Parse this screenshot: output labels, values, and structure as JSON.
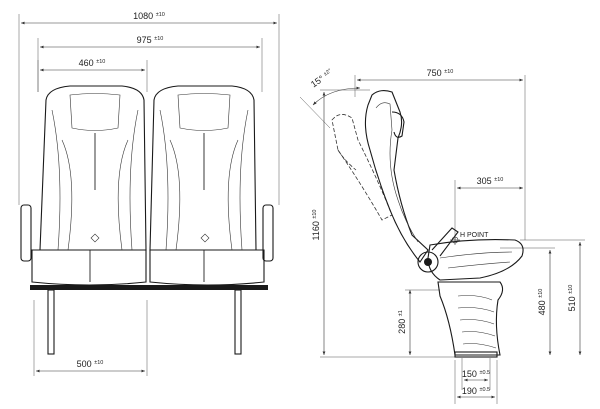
{
  "front_view": {
    "overall_width": {
      "value": "1080",
      "tol": "±10"
    },
    "between_armrests": {
      "value": "975",
      "tol": "±10"
    },
    "single_seat_width": {
      "value": "460",
      "tol": "±10"
    },
    "leg_spacing": {
      "value": "500",
      "tol": "±10"
    }
  },
  "side_view": {
    "recline_angle": {
      "value": "15°",
      "tol": "±2°"
    },
    "overall_depth": {
      "value": "750",
      "tol": "±10"
    },
    "h_point_offset": {
      "value": "305",
      "tol": "±10"
    },
    "overall_height": {
      "value": "1160",
      "tol": "±10"
    },
    "h_point_label": "H POINT",
    "pedestal_height": {
      "value": "280",
      "tol": "±1"
    },
    "h_point_height": {
      "value": "480",
      "tol": "±10"
    },
    "seat_height": {
      "value": "510",
      "tol": "±10"
    },
    "base_inner": {
      "value": "150",
      "tol": "±0.5"
    },
    "base_outer": {
      "value": "190",
      "tol": "±0.5"
    }
  }
}
